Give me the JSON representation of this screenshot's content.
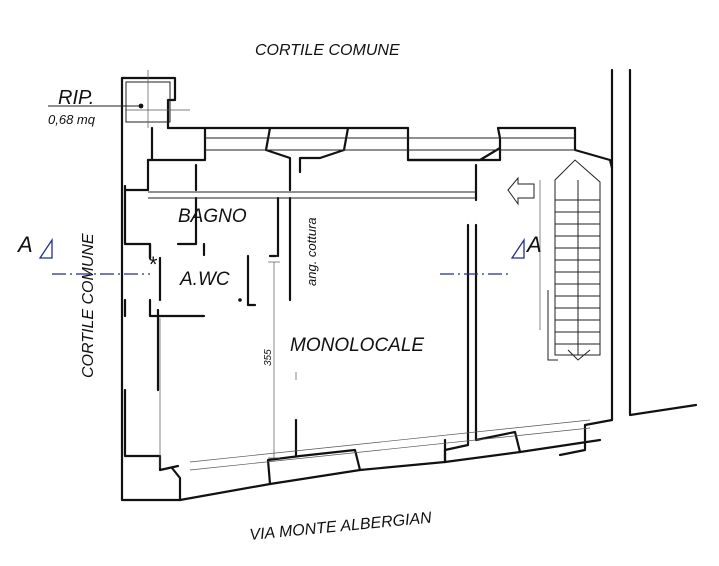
{
  "labels": {
    "courtyard_top": "CORTILE COMUNE",
    "courtyard_left": "CORTILE COMUNE",
    "street": "VIA  MONTE ALBERGIAN",
    "storage": "RIP.",
    "storage_area": "0,68 mq",
    "bathroom": "BAGNO",
    "wc": "A.WC",
    "kitchen_corner": "ang. cottura",
    "main_room": "MONOLOCALE",
    "dimension": "355",
    "section_mark": "A",
    "asterisk": "*"
  },
  "colors": {
    "walls": "#111111",
    "section_line": "#1f2f8c",
    "background": "#ffffff"
  },
  "icons": {
    "entrance": "entrance-arrow-icon",
    "stair_arrow": "stair-direction-arrow-icon"
  }
}
